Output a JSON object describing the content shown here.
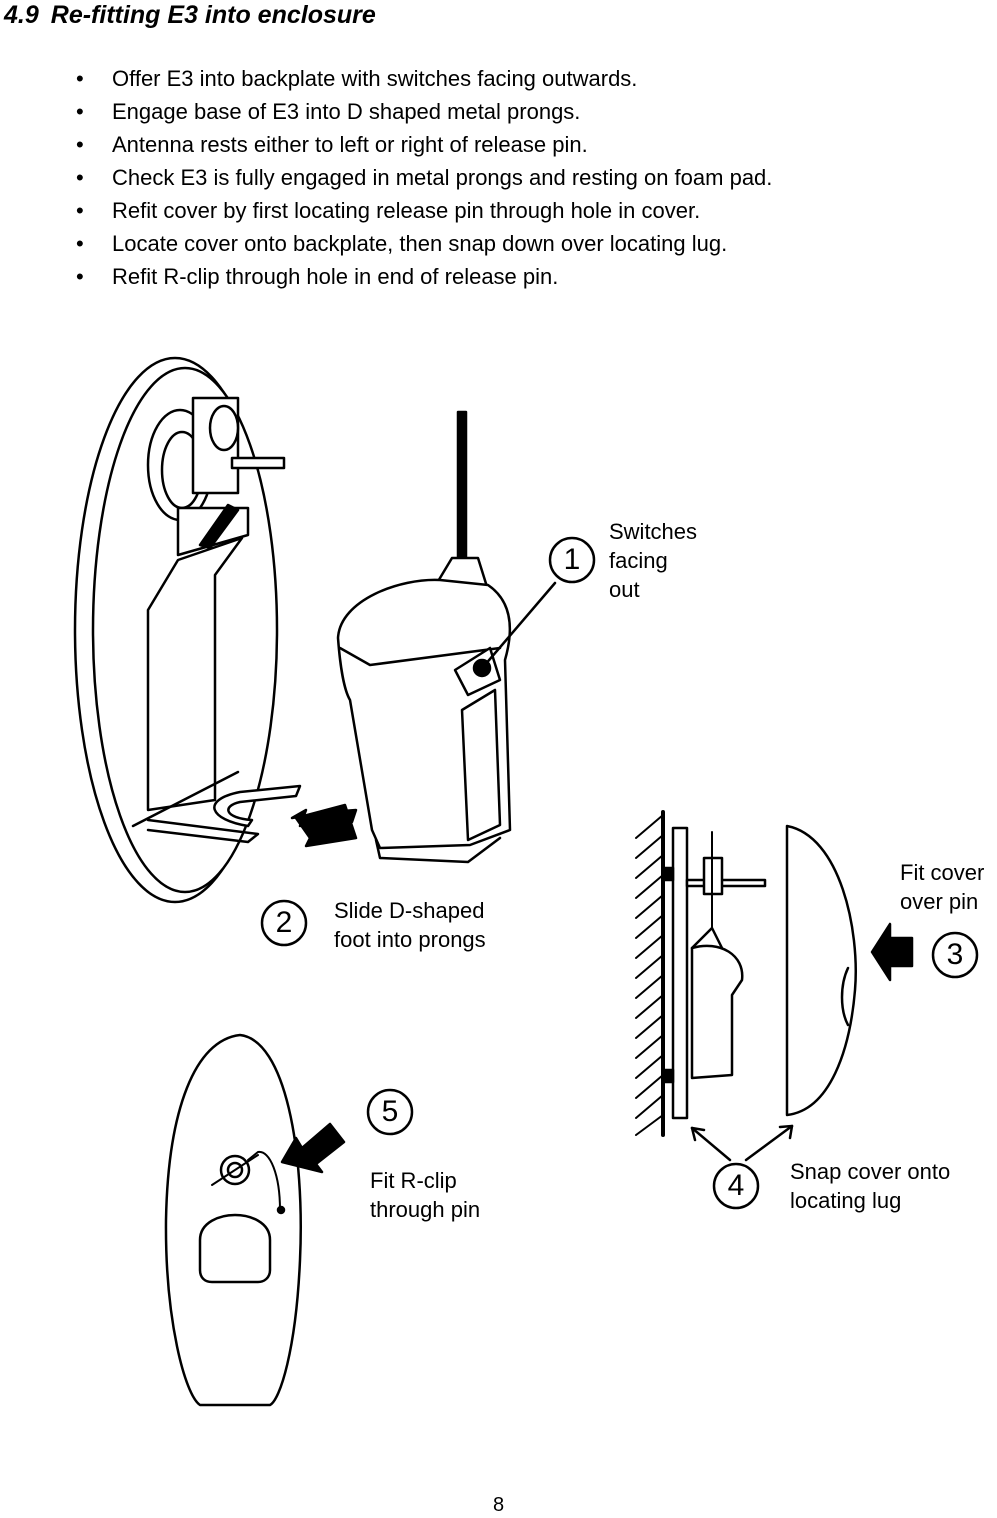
{
  "section": {
    "number": "4.9",
    "title": "Re-fitting E3 into enclosure"
  },
  "steps": [
    "Offer E3 into backplate with switches facing outwards.",
    "Engage base of E3 into D shaped metal prongs.",
    "Antenna rests either to left or right of release pin.",
    "Check E3 is fully engaged in metal prongs and resting on foam pad.",
    "Refit cover by first locating release pin through hole in cover.",
    "Locate cover onto backplate, then snap down over locating lug.",
    "Refit R-clip through hole in end of release pin."
  ],
  "callouts": [
    {
      "number": "1",
      "lines": [
        "Switches",
        "facing",
        "out"
      ]
    },
    {
      "number": "2",
      "lines": [
        "Slide D-shaped",
        "foot into prongs"
      ]
    },
    {
      "number": "3",
      "lines": [
        "Fit cover",
        "over pin"
      ]
    },
    {
      "number": "4",
      "lines": [
        "Snap cover onto",
        "locating lug"
      ]
    },
    {
      "number": "5",
      "lines": [
        "Fit R-clip",
        "through pin"
      ]
    }
  ],
  "page_number": "8"
}
